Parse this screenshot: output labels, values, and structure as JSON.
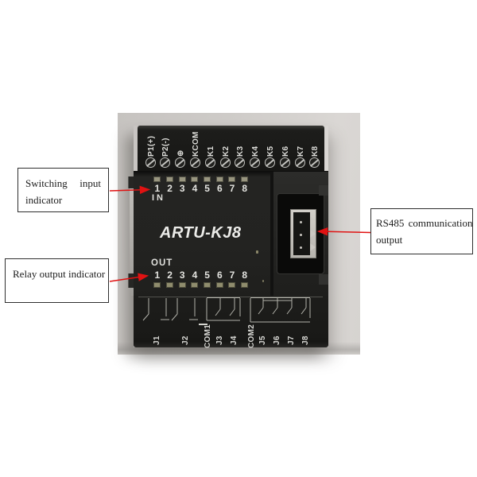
{
  "figure": {
    "device": {
      "model": "ARTU-KJ8",
      "top_terminal_labels": [
        "P1(+)",
        "P2(-)",
        "⊕",
        "KCOM",
        "K1",
        "K2",
        "K3",
        "K4",
        "K5",
        "K6",
        "K7",
        "K8"
      ],
      "input_section": {
        "label": "IN",
        "channels": [
          "1",
          "2",
          "3",
          "4",
          "5",
          "6",
          "7",
          "8"
        ]
      },
      "output_section": {
        "label": "OUT",
        "channels": [
          "1",
          "2",
          "3",
          "4",
          "5",
          "6",
          "7",
          "8"
        ]
      },
      "bottom_terminal_labels": [
        "J1",
        "J2",
        "COM1",
        "J3",
        "J4",
        "COM2",
        "J5",
        "J6",
        "J7",
        "J8"
      ]
    },
    "callouts": {
      "switching_input": {
        "word1": "Switching",
        "word2": "input",
        "line2": "indicator"
      },
      "relay_output": {
        "text": "Relay output indicator"
      },
      "rs485": {
        "line1": "RS485 communication",
        "line2": "output"
      }
    },
    "colors": {
      "arrow_red": "#e01212",
      "led_in": "#98957f",
      "led_out": "#8f8c6d",
      "device_black": "#232321",
      "photo_background": "#d2cfcc"
    }
  }
}
